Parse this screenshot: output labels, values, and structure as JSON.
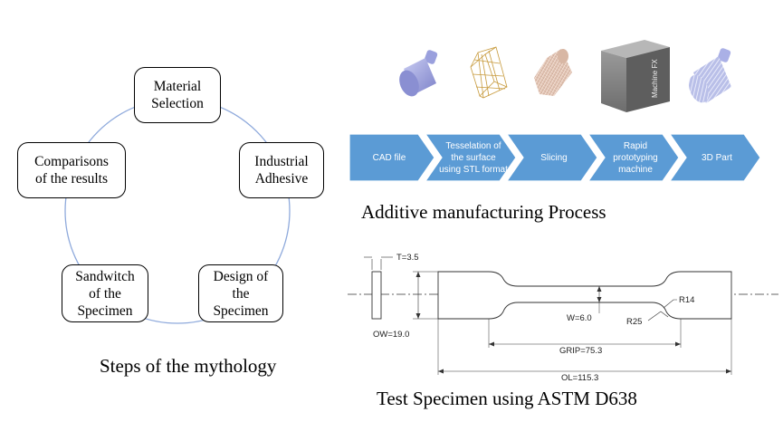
{
  "cycle": {
    "nodes": [
      {
        "label": "Material\nSelection"
      },
      {
        "label": "Industrial\nAdhesive"
      },
      {
        "label": "Design of\nthe\nSpecimen"
      },
      {
        "label": "Sandwitch\nof the\nSpecimen"
      },
      {
        "label": "Comparisons\nof the results"
      }
    ],
    "caption": "Steps of the mythology",
    "ring_color": "#8faadc"
  },
  "am_process": {
    "steps": [
      {
        "label": "CAD file"
      },
      {
        "label": "Tesselation of\nthe surface\nusing STL format"
      },
      {
        "label": "Slicing"
      },
      {
        "label": "Rapid\nprototyping\nmachine"
      },
      {
        "label": "3D Part"
      }
    ],
    "machine_label": "Machine FX",
    "caption": "Additive manufacturing Process",
    "arrow_color": "#5b9bd5",
    "icons": [
      "cad-cylinder-icon",
      "wireframe-mesh-icon",
      "sliced-part-icon",
      "rp-machine-icon",
      "printed-part-icon"
    ]
  },
  "specimen": {
    "dims": {
      "t": "T=3.5",
      "ow": "OW=19.0",
      "w": "W=6.0",
      "r14": "R14",
      "r25": "R25",
      "grip": "GRIP=75.3",
      "ol": "OL=115.3"
    },
    "caption": "Test Specimen using ASTM D638"
  }
}
